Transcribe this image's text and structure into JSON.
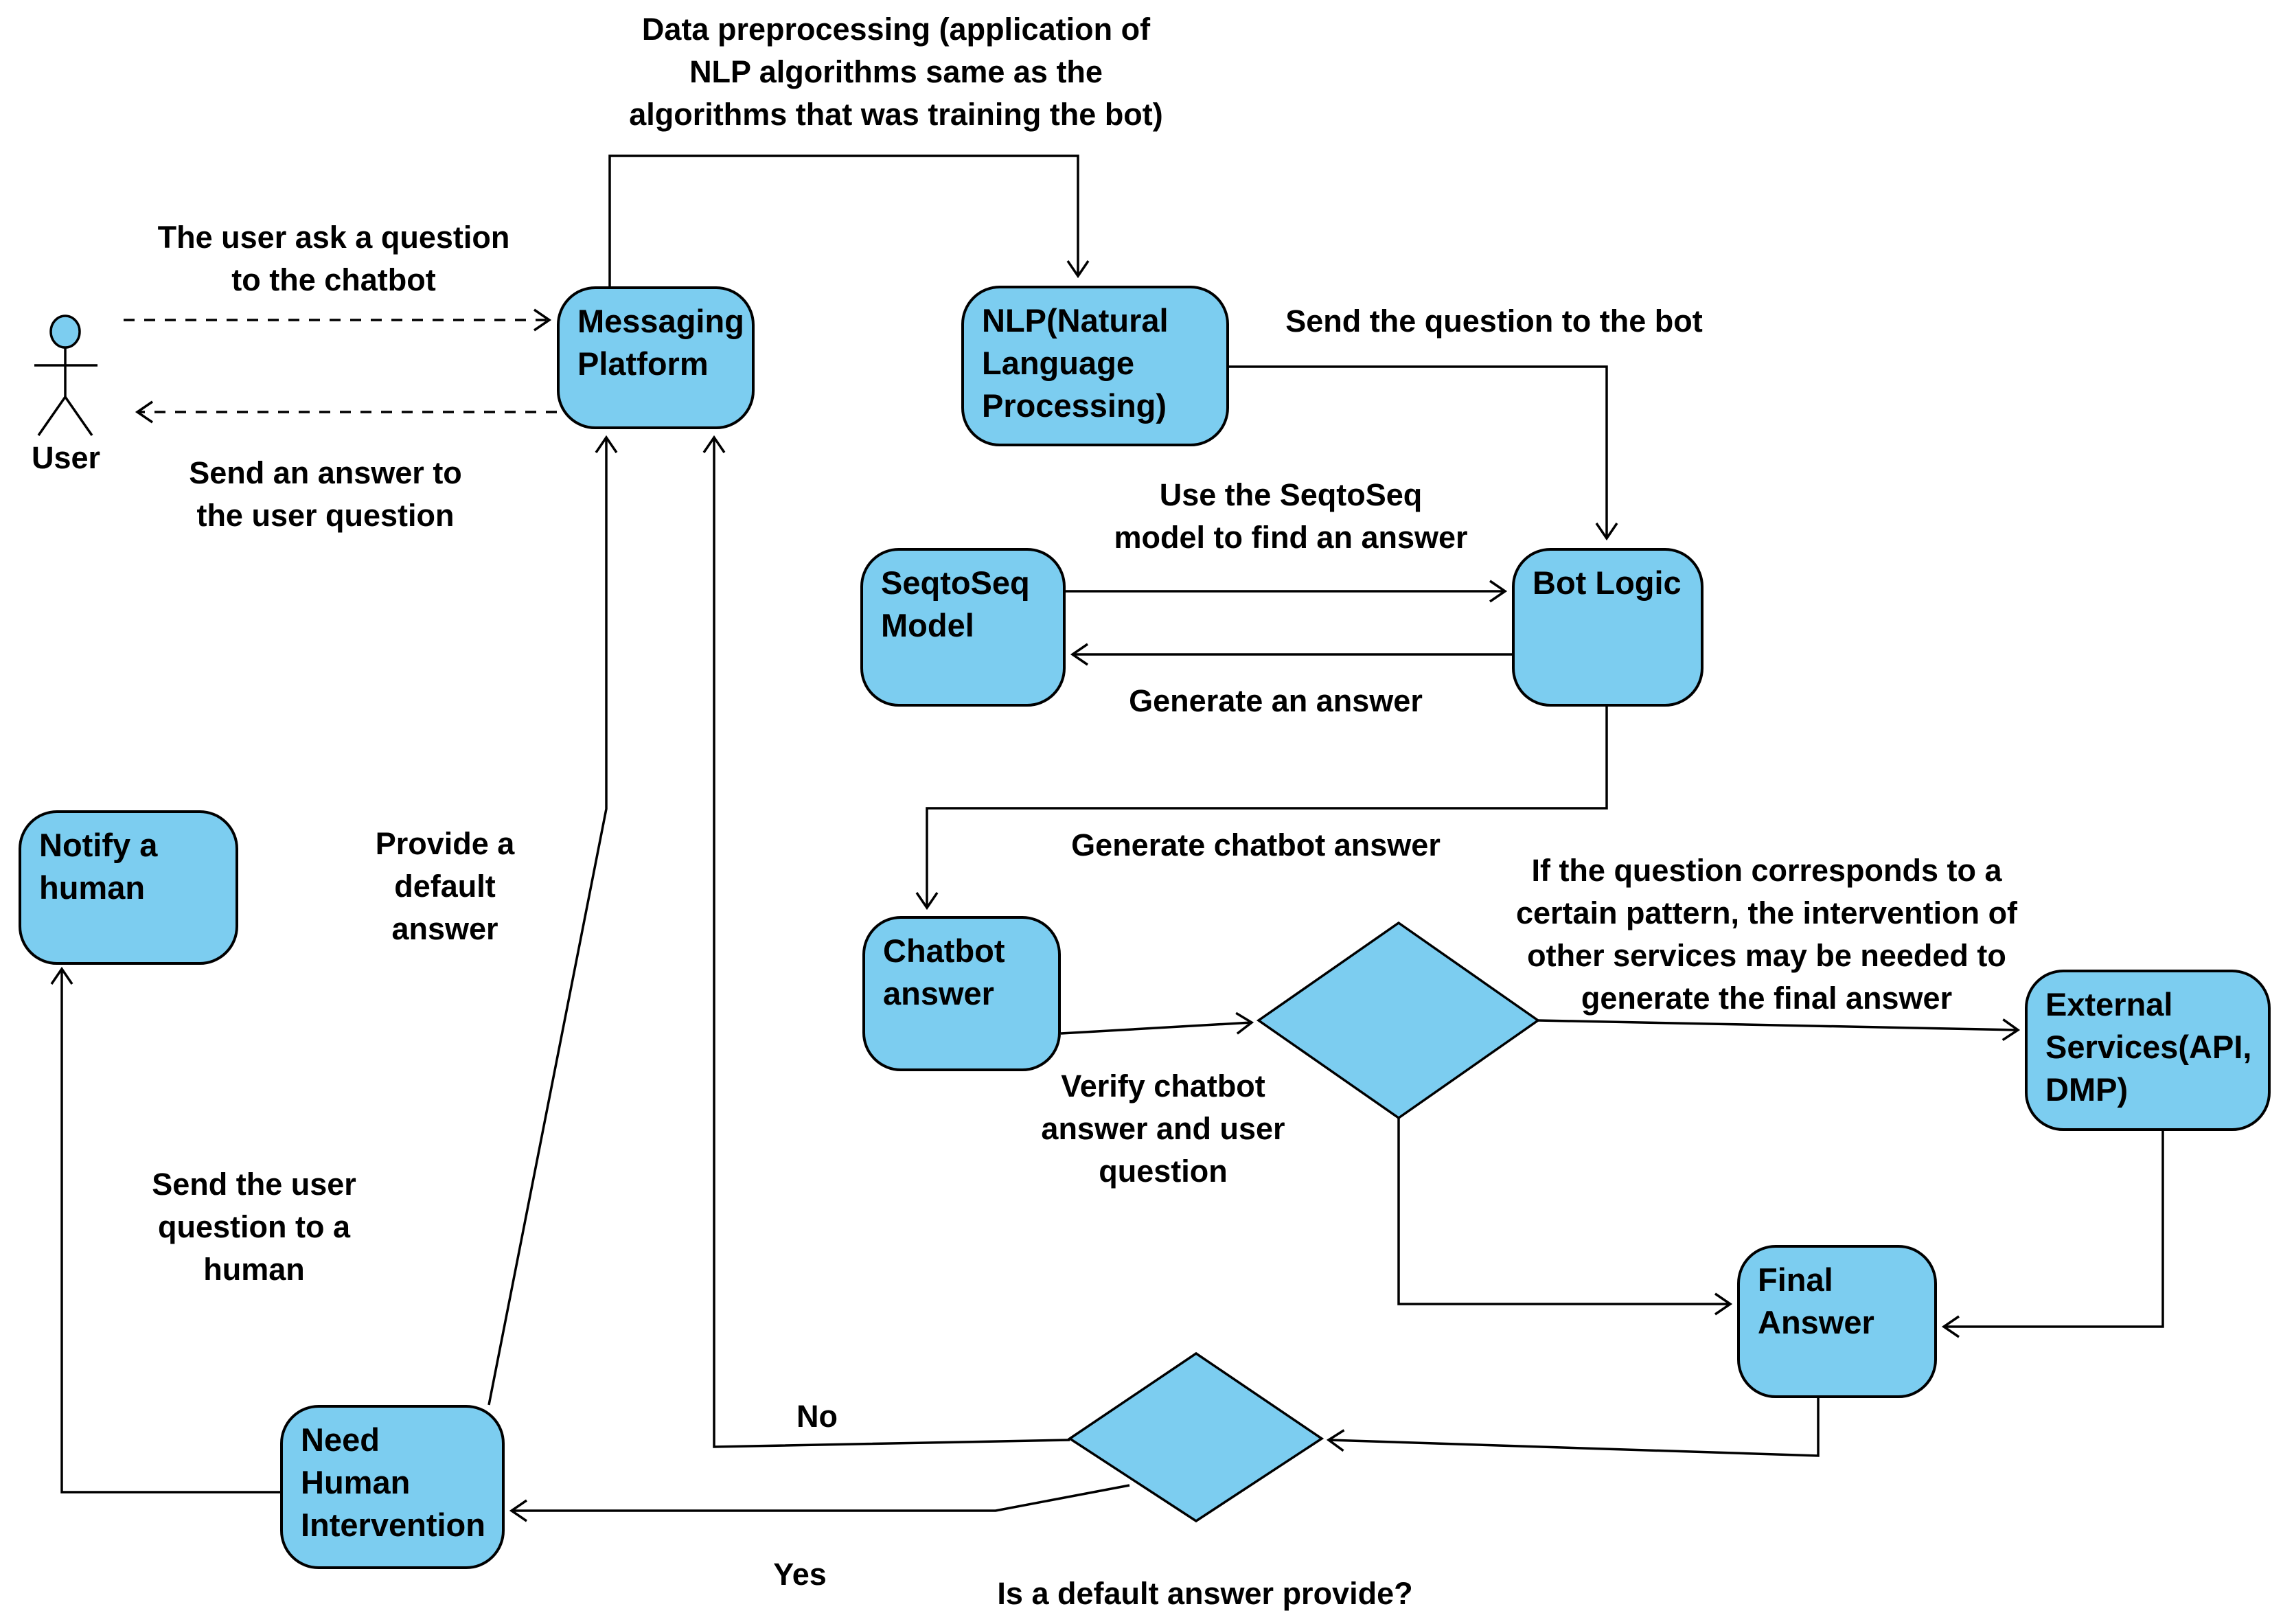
{
  "diagram": {
    "colors": {
      "shape_fill": "#7CCDF0",
      "shape_stroke": "#000000",
      "text": "#000000",
      "background": "#FFFFFF"
    },
    "actor": {
      "label": "User"
    },
    "nodes": {
      "messaging": {
        "label": "Messaging\nPlatform"
      },
      "nlp": {
        "label": "NLP(Natural\nLanguage\nProcessing)"
      },
      "seqtoseq": {
        "label": "SeqtoSeq\nModel"
      },
      "botlogic": {
        "label": "Bot Logic"
      },
      "chatbot": {
        "label": "Chatbot\nanswer"
      },
      "notify": {
        "label": "Notify a\nhuman"
      },
      "external": {
        "label": "External\nServices(API,\nDMP)"
      },
      "final": {
        "label": "Final\nAnswer"
      },
      "nhi": {
        "label": "Need\nHuman\nIntervention"
      }
    },
    "annotations": {
      "preprocessing": "Data preprocessing (application of\nNLP algorithms same as the\nalgorithms that was training the bot)",
      "ask": "The user ask a question\nto the chatbot",
      "send_answer": "Send an answer to\nthe user question",
      "send_question": "Send the question to the bot",
      "use_seqtoseq": "Use the SeqtoSeq\nmodel to find an answer",
      "generate_answer": "Generate an answer",
      "provide_default": "Provide a\ndefault\nanswer",
      "generate_chatbot": "Generate chatbot answer",
      "if_question": "If the question corresponds to a\ncertain pattern, the intervention of\nother services may be needed to\ngenerate the final answer",
      "verify": "Verify chatbot\nanswer and user\nquestion",
      "send_user_question": "Send the user\nquestion to a\nhuman",
      "no": "No",
      "yes": "Yes",
      "is_default": "Is a default answer provide?"
    }
  }
}
